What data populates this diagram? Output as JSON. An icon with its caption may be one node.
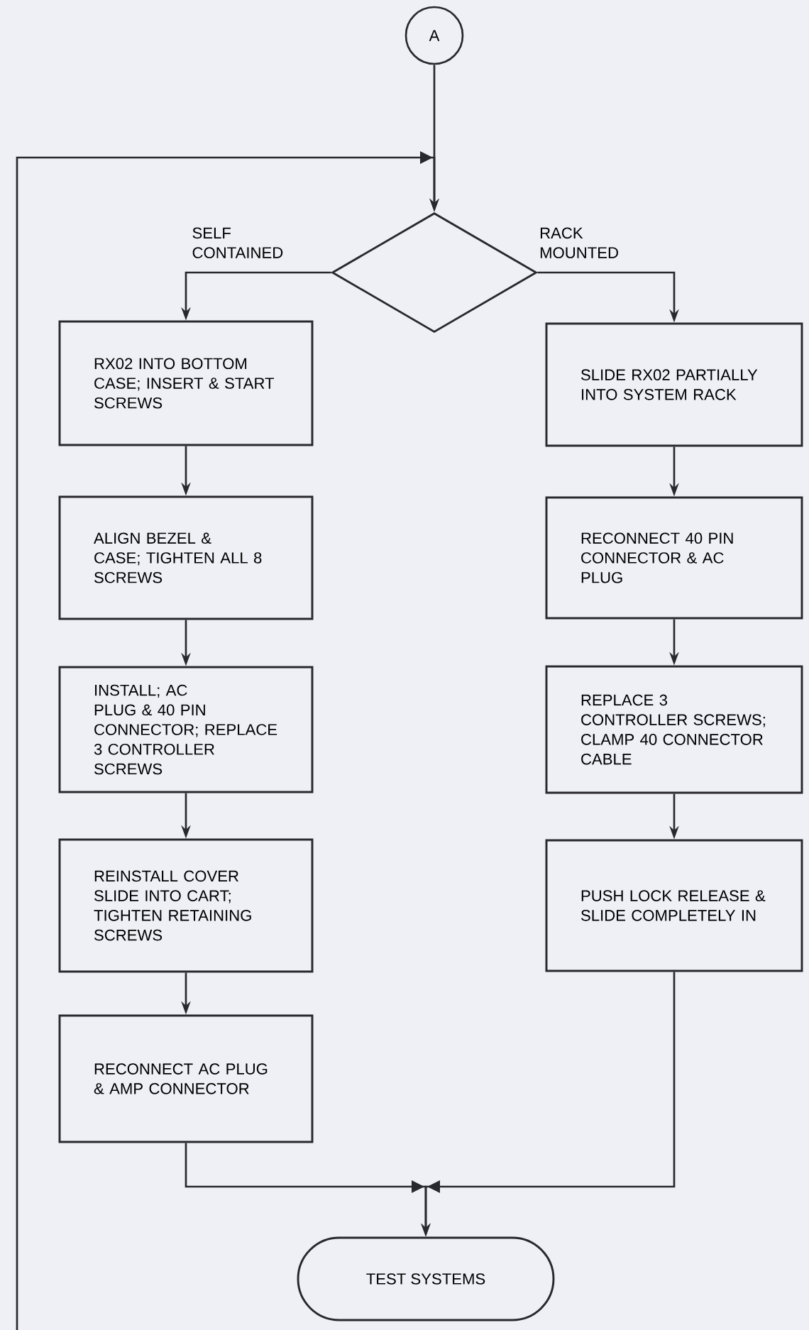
{
  "diagram": {
    "nodes": [
      {
        "text": [
          "A"
        ]
      },
      {
        "text": [],
        "shape": "diamond"
      },
      {
        "text": [
          "RX02 INTO BOTTOM CASE; INSERT & START SCREWS"
        ]
      },
      {
        "text": [
          "ALIGN BEZEL & CASE; TIGHTEN ALL 8 SCREWS"
        ]
      },
      {
        "text": [
          "INSTALL; AC PLUG & 40 PIN CONNECTOR; REPLACE 3 CONTROLLER SCREWS"
        ]
      },
      {
        "text": [
          "REINSTALL COVER SLIDE INTO CART; TIGHTEN RETAINING SCREWS"
        ]
      },
      {
        "text": [
          "RECONNECT AC PLUG & AMP CONNECTOR"
        ]
      },
      {
        "text": [
          "SLIDE RX02 PARTIALLY INTO SYSTEM RACK"
        ]
      },
      {
        "text": [
          "RECONNECT 40 PIN CONNECTOR & AC PLUG"
        ]
      },
      {
        "text": [
          "REPLACE 3 CONTROLLER SCREWS; CLAMP 40 CONNECTOR CABLE"
        ]
      },
      {
        "text": [
          "PUSH LOCK RELEASE & SLIDE COMPLETELY IN"
        ]
      },
      {
        "text": [
          "TEST SYSTEMS"
        ]
      }
    ],
    "edges": [
      {
        "from": 0,
        "to": 1,
        "arrow": "to"
      },
      {
        "from": null,
        "to": 1,
        "arrow": "to"
      },
      {
        "from": 1,
        "to": 2,
        "arrow": "to",
        "label": "SELF CONTAINED"
      },
      {
        "from": 1,
        "to": 7,
        "arrow": "to",
        "label": "RACK MOUNTED"
      },
      {
        "from": 2,
        "to": 3,
        "arrow": "to"
      },
      {
        "from": 3,
        "to": 4,
        "arrow": "to"
      },
      {
        "from": 4,
        "to": 5,
        "arrow": "to"
      },
      {
        "from": 5,
        "to": 6,
        "arrow": "to"
      },
      {
        "from": 7,
        "to": 8,
        "arrow": "to"
      },
      {
        "from": 8,
        "to": 9,
        "arrow": "to"
      },
      {
        "from": 9,
        "to": 10,
        "arrow": "to"
      },
      {
        "from": 6,
        "to": 11,
        "arrow": "to"
      },
      {
        "from": 10,
        "to": 11,
        "arrow": "to"
      }
    ]
  }
}
